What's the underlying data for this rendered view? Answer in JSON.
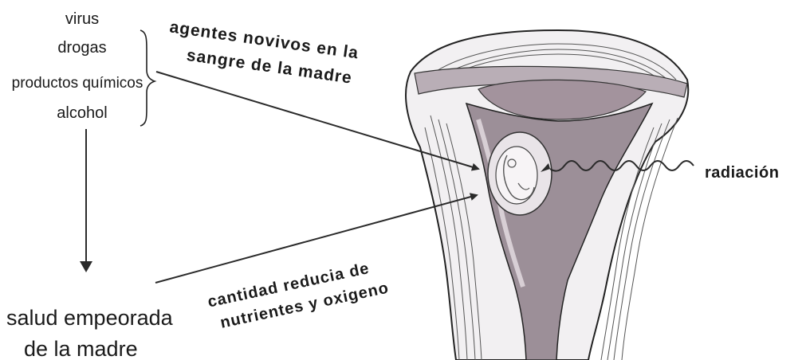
{
  "causes": [
    "virus",
    "drogas",
    "productos químicos",
    "alcohol"
  ],
  "outcome": [
    "salud empeorada",
    "de la madre"
  ],
  "maternal_agents": [
    "agentes novivos en la",
    "sangre de la madre"
  ],
  "reduced_supply": [
    "cantidad reducia de",
    "nutrientes y oxigeno"
  ],
  "radiation": "radiación"
}
